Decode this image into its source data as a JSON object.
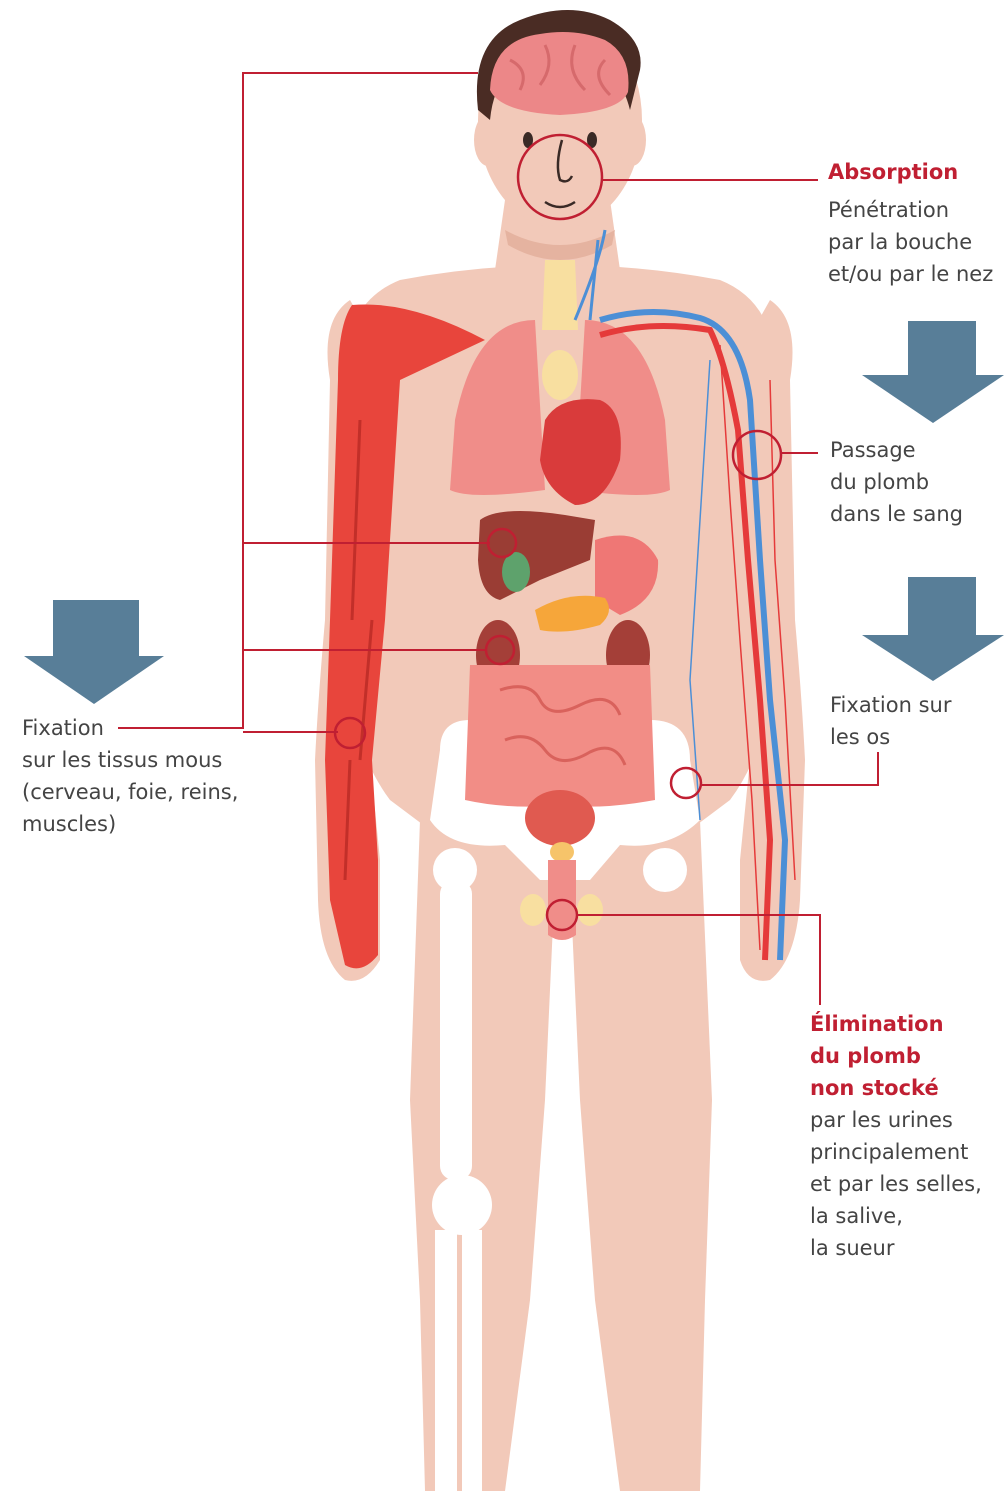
{
  "colors": {
    "accent": "#c01f32",
    "arrow": "#587e98",
    "skin": "#f2c9b9",
    "skin_dark": "#e5b3a0",
    "hair": "#4a2c24",
    "brain": "#ec8788",
    "muscle": "#e8453c",
    "lungs": "#f08d89",
    "heart": "#d93b3b",
    "liver": "#9a3d34",
    "kidney": "#a43f38",
    "intestine": "#f28d86",
    "bone": "#ffffff",
    "thyroid": "#f8dfa0",
    "pancreas": "#f6a63a",
    "gallbladder": "#5ea26c",
    "vein": "#4c8fd6",
    "artery": "#e53a3a",
    "text": "#444444"
  },
  "icons": [
    "arrow-down-icon"
  ],
  "labels": {
    "absorption": {
      "title": "Absorption",
      "lines": [
        "Pénétration",
        "par la bouche",
        "et/ou par le nez"
      ]
    },
    "blood": {
      "lines": [
        "Passage",
        "du plomb",
        "dans le sang"
      ]
    },
    "bones": {
      "lines": [
        "Fixation sur",
        "les os"
      ]
    },
    "soft_tissue": {
      "lines": [
        "Fixation",
        "sur les tissus mous",
        "(cerveau, foie, reins,",
        "muscles)"
      ]
    },
    "elimination": {
      "title_lines": [
        "Élimination",
        "du plomb",
        "non stocké"
      ],
      "lines": [
        "par les urines",
        "principalement",
        "et par les selles,",
        "la salive,",
        "la sueur"
      ]
    }
  }
}
